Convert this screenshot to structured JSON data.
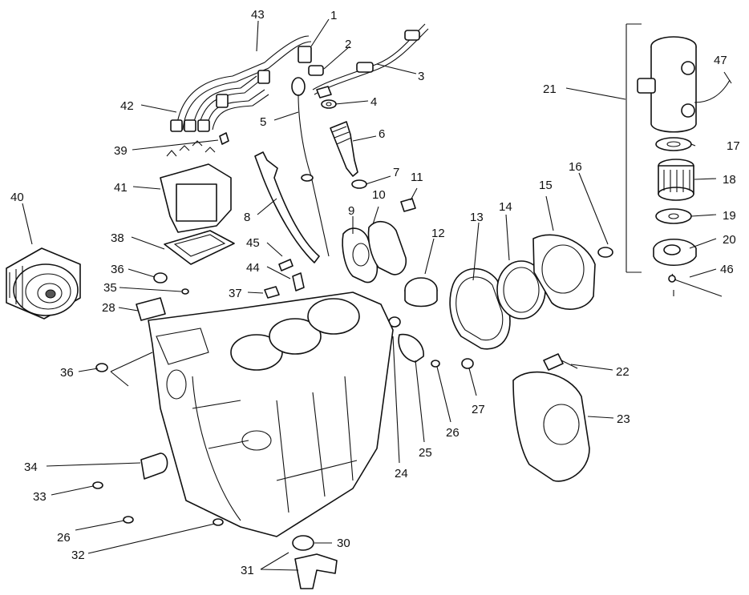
{
  "callouts": [
    {
      "id": "1",
      "text": "1"
    },
    {
      "id": "2",
      "text": "2"
    },
    {
      "id": "3",
      "text": "3"
    },
    {
      "id": "4",
      "text": "4"
    },
    {
      "id": "5",
      "text": "5"
    },
    {
      "id": "6",
      "text": "6"
    },
    {
      "id": "7",
      "text": "7"
    },
    {
      "id": "8",
      "text": "8"
    },
    {
      "id": "9",
      "text": "9"
    },
    {
      "id": "10",
      "text": "10"
    },
    {
      "id": "11",
      "text": "11"
    },
    {
      "id": "12",
      "text": "12"
    },
    {
      "id": "13",
      "text": "13"
    },
    {
      "id": "14",
      "text": "14"
    },
    {
      "id": "15",
      "text": "15"
    },
    {
      "id": "16",
      "text": "16"
    },
    {
      "id": "17",
      "text": "17"
    },
    {
      "id": "18",
      "text": "18"
    },
    {
      "id": "19",
      "text": "19"
    },
    {
      "id": "20",
      "text": "20"
    },
    {
      "id": "21",
      "text": "21"
    },
    {
      "id": "22",
      "text": "22"
    },
    {
      "id": "23",
      "text": "23"
    },
    {
      "id": "24",
      "text": "24"
    },
    {
      "id": "25",
      "text": "25"
    },
    {
      "id": "26a",
      "text": "26"
    },
    {
      "id": "26b",
      "text": "26"
    },
    {
      "id": "27",
      "text": "27"
    },
    {
      "id": "28",
      "text": "28"
    },
    {
      "id": "30",
      "text": "30"
    },
    {
      "id": "31",
      "text": "31"
    },
    {
      "id": "32",
      "text": "32"
    },
    {
      "id": "33",
      "text": "33"
    },
    {
      "id": "34",
      "text": "34"
    },
    {
      "id": "35",
      "text": "35"
    },
    {
      "id": "36a",
      "text": "36"
    },
    {
      "id": "36b",
      "text": "36"
    },
    {
      "id": "37",
      "text": "37"
    },
    {
      "id": "38",
      "text": "38"
    },
    {
      "id": "39",
      "text": "39"
    },
    {
      "id": "40",
      "text": "40"
    },
    {
      "id": "41",
      "text": "41"
    },
    {
      "id": "42",
      "text": "42"
    },
    {
      "id": "43",
      "text": "43"
    },
    {
      "id": "44",
      "text": "44"
    },
    {
      "id": "45",
      "text": "45"
    },
    {
      "id": "46",
      "text": "46"
    },
    {
      "id": "47",
      "text": "47"
    }
  ]
}
